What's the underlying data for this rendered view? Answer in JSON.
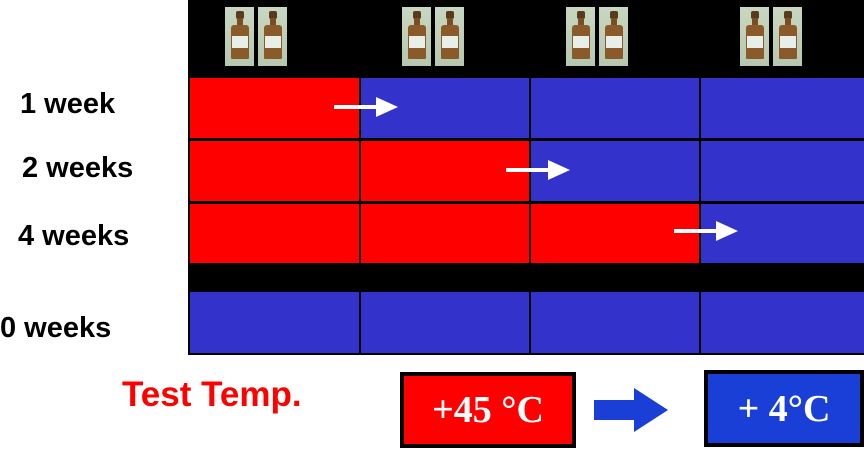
{
  "rows": [
    {
      "label": "1 week"
    },
    {
      "label": "2 weeks"
    },
    {
      "label": "4 weeks"
    },
    {
      "label": "0 weeks"
    }
  ],
  "temperatures": {
    "test_label": "Test Temp.",
    "high": "+45 °C",
    "low": "+ 4°C"
  },
  "colors": {
    "high_temp": "#ff0000",
    "low_temp": "#3333cc",
    "arrow": "#1a3fd6"
  },
  "icons": [
    "sample-bottle-icon",
    "transfer-arrow-icon"
  ]
}
